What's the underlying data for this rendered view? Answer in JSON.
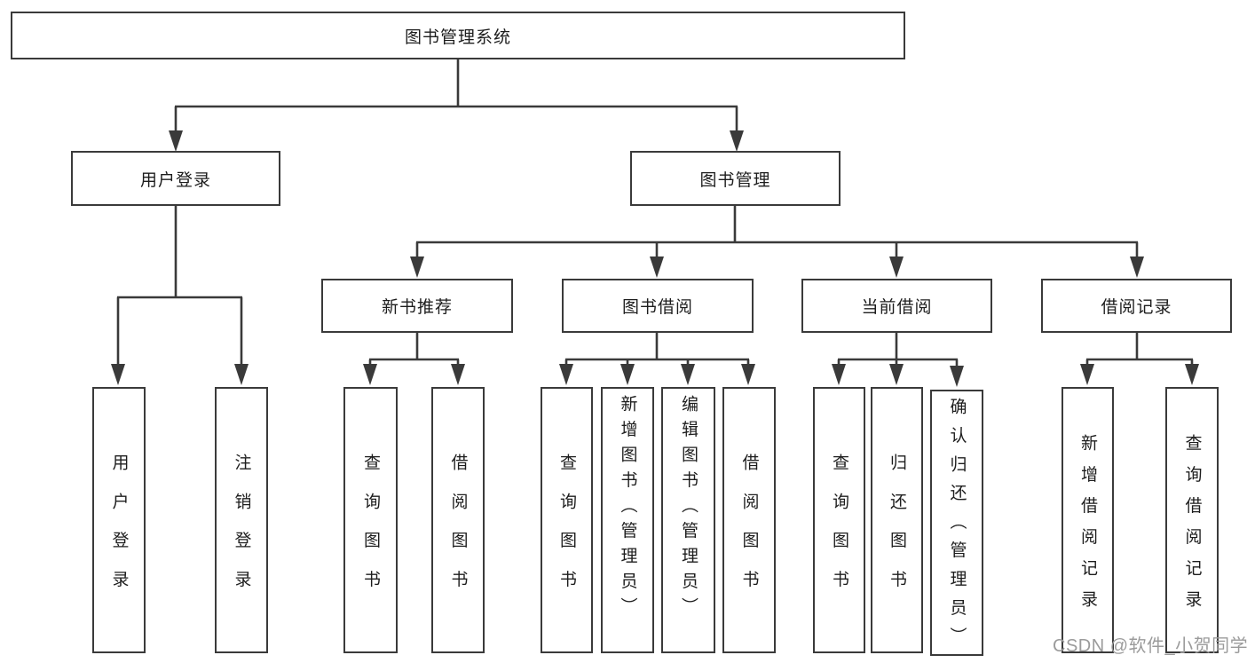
{
  "diagram": {
    "title_node": "图书管理系统",
    "level1": {
      "user_login": "用户登录",
      "book_management": "图书管理"
    },
    "level2": {
      "new_book_recommend": "新书推荐",
      "book_borrowing": "图书借阅",
      "current_borrowing": "当前借阅",
      "borrowing_records": "借阅记录"
    },
    "leaves": {
      "user_login": [
        "用户登录",
        "注销登录"
      ],
      "new_book_recommend": [
        "查询图书",
        "借阅图书"
      ],
      "book_borrowing": [
        "查询图书",
        "新增图书（管理员）",
        "编辑图书（管理员）",
        "借阅图书"
      ],
      "current_borrowing": [
        "查询图书",
        "归还图书",
        "确认归还（管理员）"
      ],
      "borrowing_records": [
        "新增借阅记录",
        "查询借阅记录"
      ]
    },
    "colors": {
      "line": "#3a3a3a",
      "text": "#1d1d1d",
      "background": "#ffffff",
      "watermark": "#9b9b9b"
    }
  },
  "watermark": "CSDN @软件_小贺同学"
}
